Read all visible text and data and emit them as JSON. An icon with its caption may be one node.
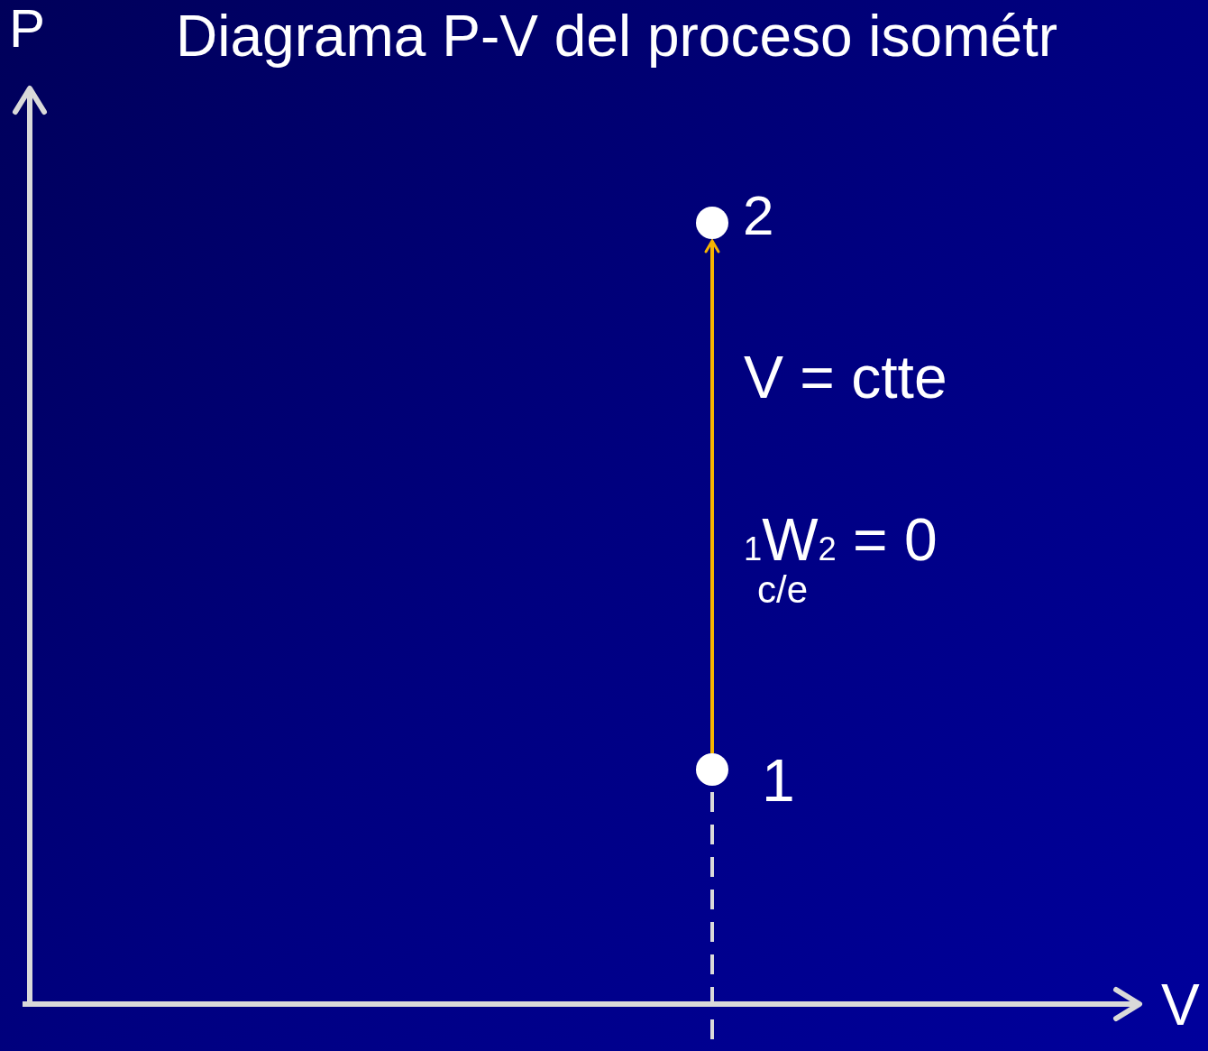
{
  "diagram": {
    "title": "Diagrama P-V del proceso isométr",
    "nodes": [
      {
        "text": [],
        "shape": "circle",
        "beside": [
          "2"
        ]
      },
      {
        "text": [],
        "shape": "circle",
        "beside": [
          "1"
        ]
      }
    ],
    "edges": [
      {
        "from": 1,
        "to": 0,
        "arrow": "to",
        "color": "#f5b400"
      }
    ],
    "labels": [
      "P",
      "V = ctte",
      "$_{1}$W$_{2}$ = 0",
      "c/e",
      "V"
    ]
  }
}
